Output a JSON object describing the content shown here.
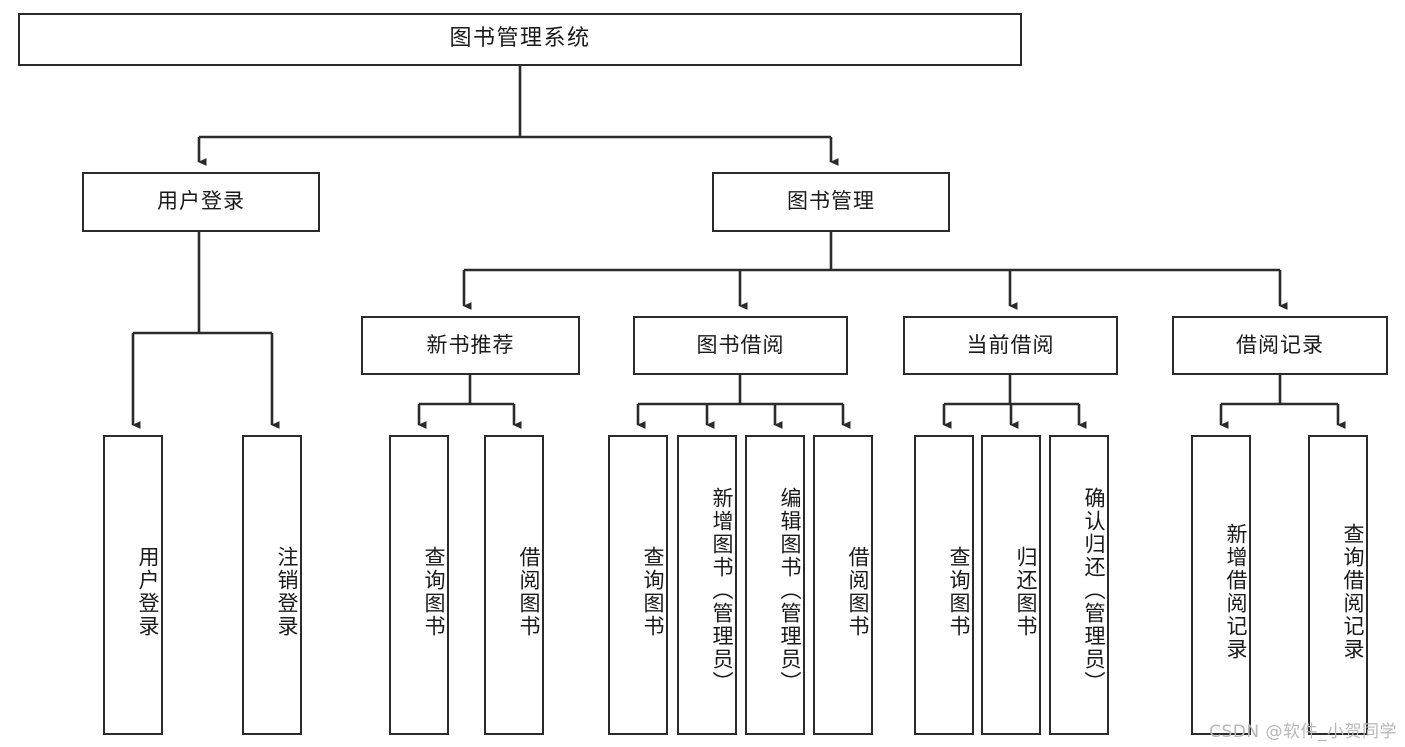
{
  "diagram": {
    "title": "图书管理系统",
    "type": "tree",
    "watermark": "CSDN @软件_小贺同学",
    "colors": {
      "background": "#ffffff",
      "box_border": "#2b2b2b",
      "box_fill": "#ffffff",
      "edge": "#2b2b2b",
      "text": "#1a1a1a",
      "watermark": "#b8b8b8"
    },
    "nodes": {
      "root": {
        "label": "图书管理系统",
        "orientation": "horizontal"
      },
      "user_login": {
        "label": "用户登录",
        "orientation": "horizontal"
      },
      "book_manage": {
        "label": "图书管理",
        "orientation": "horizontal"
      },
      "new_book_rec": {
        "label": "新书推荐",
        "orientation": "horizontal"
      },
      "book_borrow": {
        "label": "图书借阅",
        "orientation": "horizontal"
      },
      "current_borrow": {
        "label": "当前借阅",
        "orientation": "horizontal"
      },
      "borrow_record": {
        "label": "借阅记录",
        "orientation": "horizontal"
      },
      "leaf_user_login": {
        "label": "用户登录",
        "orientation": "vertical"
      },
      "leaf_logout": {
        "label": "注销登录",
        "orientation": "vertical"
      },
      "leaf_query_book_1": {
        "label": "查询图书",
        "orientation": "vertical"
      },
      "leaf_borrow_book_1": {
        "label": "借阅图书",
        "orientation": "vertical"
      },
      "leaf_query_book_2": {
        "label": "查询图书",
        "orientation": "vertical"
      },
      "leaf_add_book": {
        "label": "新增图书（管理员）",
        "orientation": "vertical"
      },
      "leaf_edit_book": {
        "label": "编辑图书（管理员）",
        "orientation": "vertical"
      },
      "leaf_borrow_book_2": {
        "label": "借阅图书",
        "orientation": "vertical"
      },
      "leaf_query_book_3": {
        "label": "查询图书",
        "orientation": "vertical"
      },
      "leaf_return_book": {
        "label": "归还图书",
        "orientation": "vertical"
      },
      "leaf_confirm_return": {
        "label": "确认归还（管理员）",
        "orientation": "vertical"
      },
      "leaf_add_record": {
        "label": "新增借阅记录",
        "orientation": "vertical"
      },
      "leaf_query_record": {
        "label": "查询借阅记录",
        "orientation": "vertical"
      }
    },
    "hierarchy": [
      {
        "label": "图书管理系统",
        "children": [
          {
            "label": "用户登录",
            "children": [
              {
                "label": "用户登录"
              },
              {
                "label": "注销登录"
              }
            ]
          },
          {
            "label": "图书管理",
            "children": [
              {
                "label": "新书推荐",
                "children": [
                  {
                    "label": "查询图书"
                  },
                  {
                    "label": "借阅图书"
                  }
                ]
              },
              {
                "label": "图书借阅",
                "children": [
                  {
                    "label": "查询图书"
                  },
                  {
                    "label": "新增图书（管理员）"
                  },
                  {
                    "label": "编辑图书（管理员）"
                  },
                  {
                    "label": "借阅图书"
                  }
                ]
              },
              {
                "label": "当前借阅",
                "children": [
                  {
                    "label": "查询图书"
                  },
                  {
                    "label": "归还图书"
                  },
                  {
                    "label": "确认归还（管理员）"
                  }
                ]
              },
              {
                "label": "借阅记录",
                "children": [
                  {
                    "label": "新增借阅记录"
                  },
                  {
                    "label": "查询借阅记录"
                  }
                ]
              }
            ]
          }
        ]
      }
    ]
  }
}
